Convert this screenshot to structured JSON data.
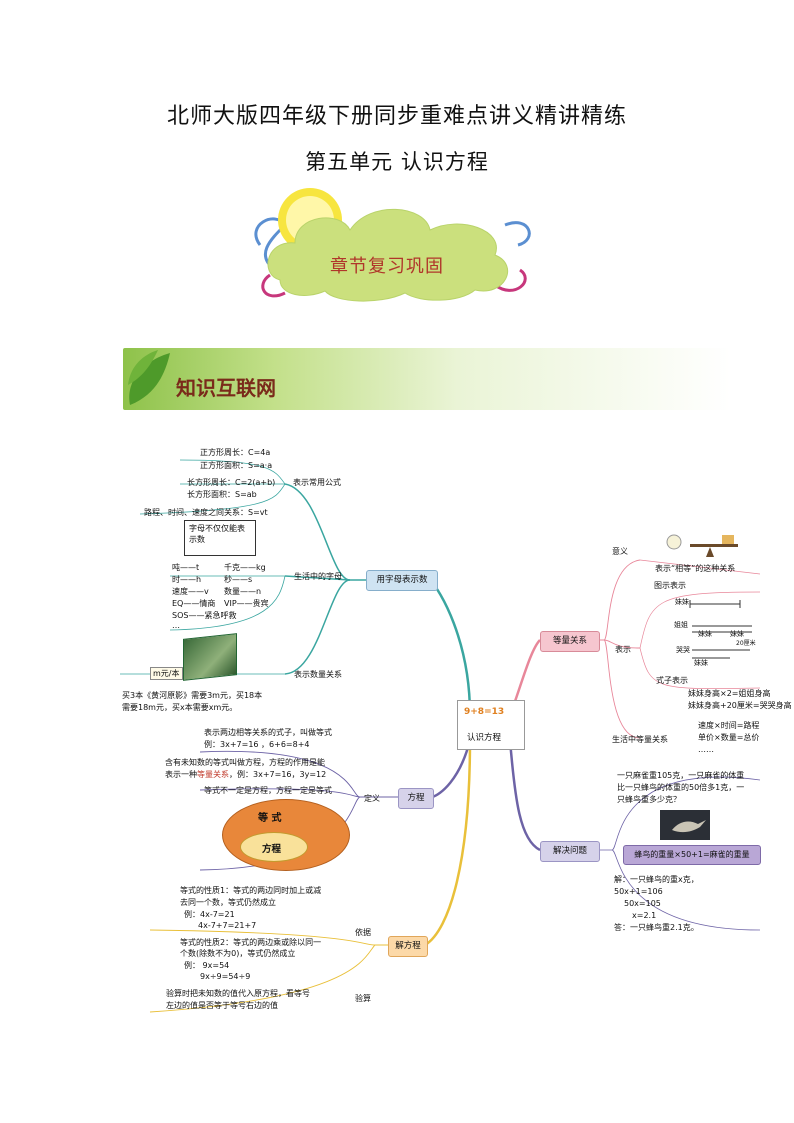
{
  "header": {
    "main_title": "北师大版四年级下册同步重难点讲义精讲精练",
    "sub_title": "第五单元  认识方程"
  },
  "banner": {
    "cloud_text": "章节复习巩固",
    "section_text": "知识互联网"
  },
  "colors": {
    "cloud": "#c9e07a",
    "sun": "#f6e04a",
    "pink_branch": "#e8879a",
    "teal_branch": "#3aa6a0",
    "purple_branch": "#6d63a6",
    "yellow_branch": "#e9c03a"
  },
  "center": {
    "label": "认识方程",
    "badge": "9+8=13"
  },
  "left": {
    "letters": {
      "label": "用字母表示数",
      "formulas": {
        "label": "表示常用公式",
        "items": [
          "正方形周长：C=4a",
          "正方形面积：S=a·a",
          "长方形周长：C=2(a+b)",
          "长方形面积：S=ab",
          "路程、时间、速度之间关系：S=vt"
        ]
      },
      "daily": {
        "label": "生活中的字母",
        "bubble": "字母不仅仅能表示数",
        "items": [
          "吨——t",
          "千克——kg",
          "时——h",
          "秒——s",
          "速度——v",
          "数量——n",
          "EQ——情商",
          "VIP——贵宾",
          "SOS——紧急呼救",
          "…"
        ]
      },
      "quantity": {
        "label": "表示数量关系",
        "book_tag": "m元/本",
        "text1": "买3本《黄河原影》需要3m元，买18本",
        "text2": "需要18m元，买x本需要xm元。"
      }
    },
    "equation": {
      "label": "方程",
      "definition": "定义",
      "def1": "表示两边相等关系的式子，叫做等式",
      "def2": "例：3x+7=16 ，6+6=8+4",
      "def3": "含有未知数的等式叫做方程，方程的作用是能",
      "def4_pre": "表示一种",
      "def4_hl": "等量关系",
      "def4_post": "，例：3x+7=16，3y=12",
      "def5": "等式不一定是方程，方程一定是等式",
      "outer": "等 式",
      "inner": "方程"
    },
    "solve": {
      "label": "解方程",
      "basis": "依据",
      "check": "验算",
      "p1a": "等式的性质1：等式的两边同时加上或减",
      "p1b": "去同一个数，等式仍然成立",
      "p1c": "例：4x-7=21",
      "p1d": "4x-7+7=21+7",
      "p2a": "等式的性质2：等式的两边乘或除以同一",
      "p2b": "个数(除数不为0)，等式仍然成立",
      "p2c": "例：  9x=54",
      "p2d": "9x÷9=54÷9",
      "c1": "验算时把未知数的值代入原方程，看等号",
      "c2": "左边的值是否等于等号右边的值"
    }
  },
  "right": {
    "equal": {
      "label": "等量关系",
      "meaning": "意义",
      "meaning_text": "表示“相等”的这种关系",
      "represent": "表示",
      "diagram": "图示表示",
      "formula": "式子表示",
      "f1": "妹妹身高×2=姐姐身高",
      "f2": "妹妹身高+20厘米=哭哭身高",
      "life": "生活中等量关系",
      "l1": "速度×时间=路程",
      "l2": "单价×数量=总价",
      "l3": "……",
      "bar_labels": [
        "妹妹",
        "姐姐",
        "妹妹",
        "妹妹",
        "20厘米",
        "哭哭",
        "妹妹"
      ]
    },
    "problem": {
      "label": "解决问题",
      "q1": "一只麻雀重105克，一只麻雀的体重",
      "q2": "比一只蜂鸟的体重的50倍多1克，一",
      "q3": "只蜂鸟重多少克？",
      "relation": "蜂鸟的重量×50+1=麻雀的重量",
      "s1": "解：一只蜂鸟的重x克，",
      "s2": "50x+1=106",
      "s3": "50x=105",
      "s4": "x=2.1",
      "s5": "答：一只蜂鸟重2.1克。"
    }
  }
}
